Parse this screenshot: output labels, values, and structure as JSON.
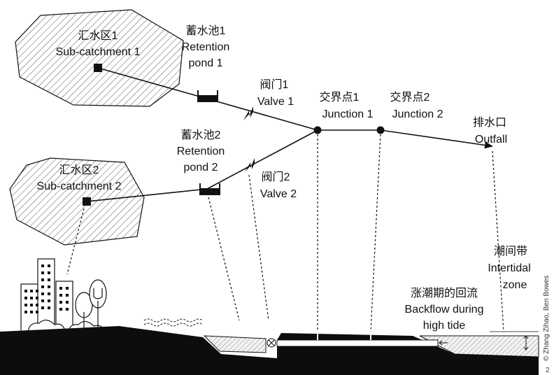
{
  "diagram": {
    "subcatchment_1": {
      "cn": "汇水区1",
      "en": "Sub-catchment 1"
    },
    "subcatchment_2": {
      "cn": "汇水区2",
      "en": "Sub-catchment 2"
    },
    "retention_pond_1": {
      "cn": "蓄水池1",
      "en_line1": "Retention",
      "en_line2": "pond 1"
    },
    "retention_pond_2": {
      "cn": "蓄水池2",
      "en_line1": "Retention",
      "en_line2": "pond 2"
    },
    "valve_1": {
      "cn": "阀门1",
      "en": "Valve 1"
    },
    "valve_2": {
      "cn": "阀门2",
      "en": "Valve 2"
    },
    "junction_1": {
      "cn": "交界点1",
      "en": "Junction 1"
    },
    "junction_2": {
      "cn": "交界点2",
      "en": "Junction 2"
    },
    "outfall": {
      "cn": "排水口",
      "en": "Outfall"
    },
    "intertidal_zone": {
      "cn": "潮间带",
      "en_line1": "Intertidal",
      "en_line2": "zone"
    },
    "backflow": {
      "cn": "涨潮期的回流",
      "en_line1": "Backflow during",
      "en_line2": "high tide"
    }
  },
  "credit": "© Zhang Zihao, Ben Bowes",
  "figure_number": "2",
  "colors": {
    "ink": "#111111",
    "ground": "#0d0d0d",
    "hatch": "#555555"
  }
}
